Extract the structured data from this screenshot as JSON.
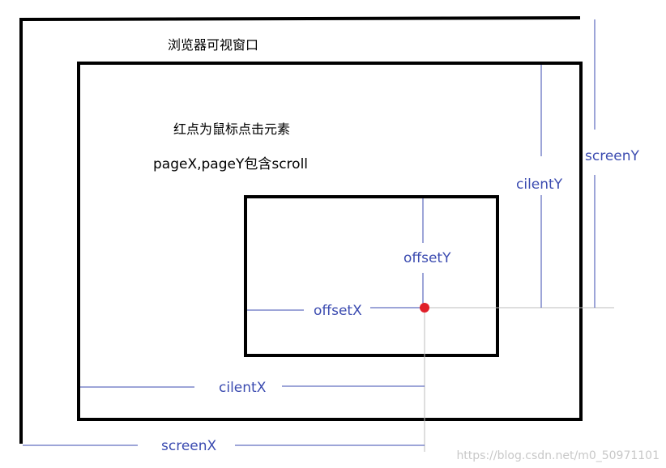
{
  "labels": {
    "viewport_title": "浏览器可视窗口",
    "red_dot_note": "红点为鼠标点击元素",
    "page_note": "pageX,pageY包含scroll",
    "offset_y": "offsetY",
    "offset_x": "offsetX",
    "client_y": "cilentY",
    "client_x": "cilentX",
    "screen_y": "screenY",
    "screen_x": "screenX"
  },
  "watermark": "https://blog.csdn.net/m0_50971101",
  "colors": {
    "frame": "#000000",
    "measure_line": "#3b4bb0",
    "guide_line": "#bdbdbd",
    "click_dot": "#e0202a"
  }
}
